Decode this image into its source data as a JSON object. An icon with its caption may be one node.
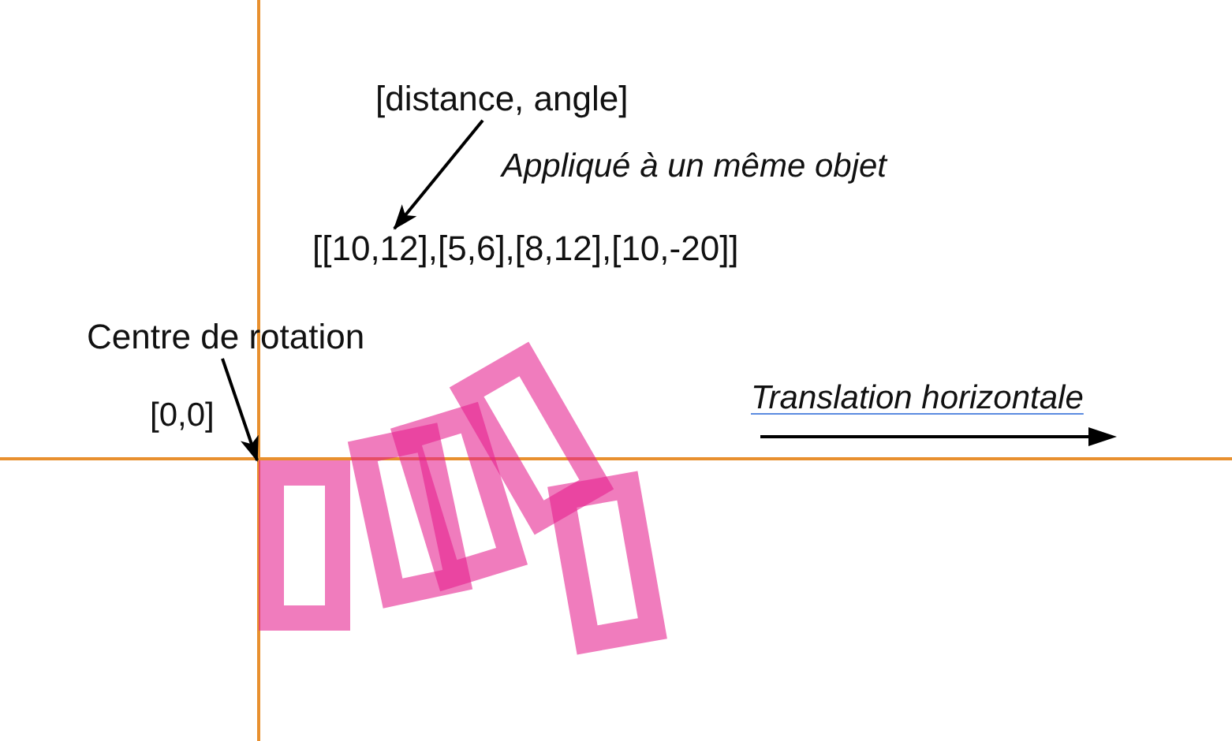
{
  "diagram": {
    "nodes": [
      {
        "text": [
          "[distance, angle]"
        ]
      },
      {
        "text": [
          "[[10,12],[5,6],[8,12],[10,-20]]"
        ]
      },
      {
        "text": [
          "Centre de rotation"
        ]
      },
      {
        "text": [],
        "shape": "box"
      },
      {
        "text": [],
        "shape": "box"
      },
      {
        "text": [],
        "shape": "box"
      },
      {
        "text": [],
        "shape": "box"
      },
      {
        "text": [],
        "shape": "box"
      }
    ],
    "edges": [
      {
        "from": 0,
        "to": 1,
        "arrow": "to"
      },
      {
        "from": 2,
        "to": 3,
        "arrow": "to"
      }
    ],
    "labels": [
      "Appliqué à un même objet",
      "Translation horizontale",
      "[0,0]"
    ]
  }
}
